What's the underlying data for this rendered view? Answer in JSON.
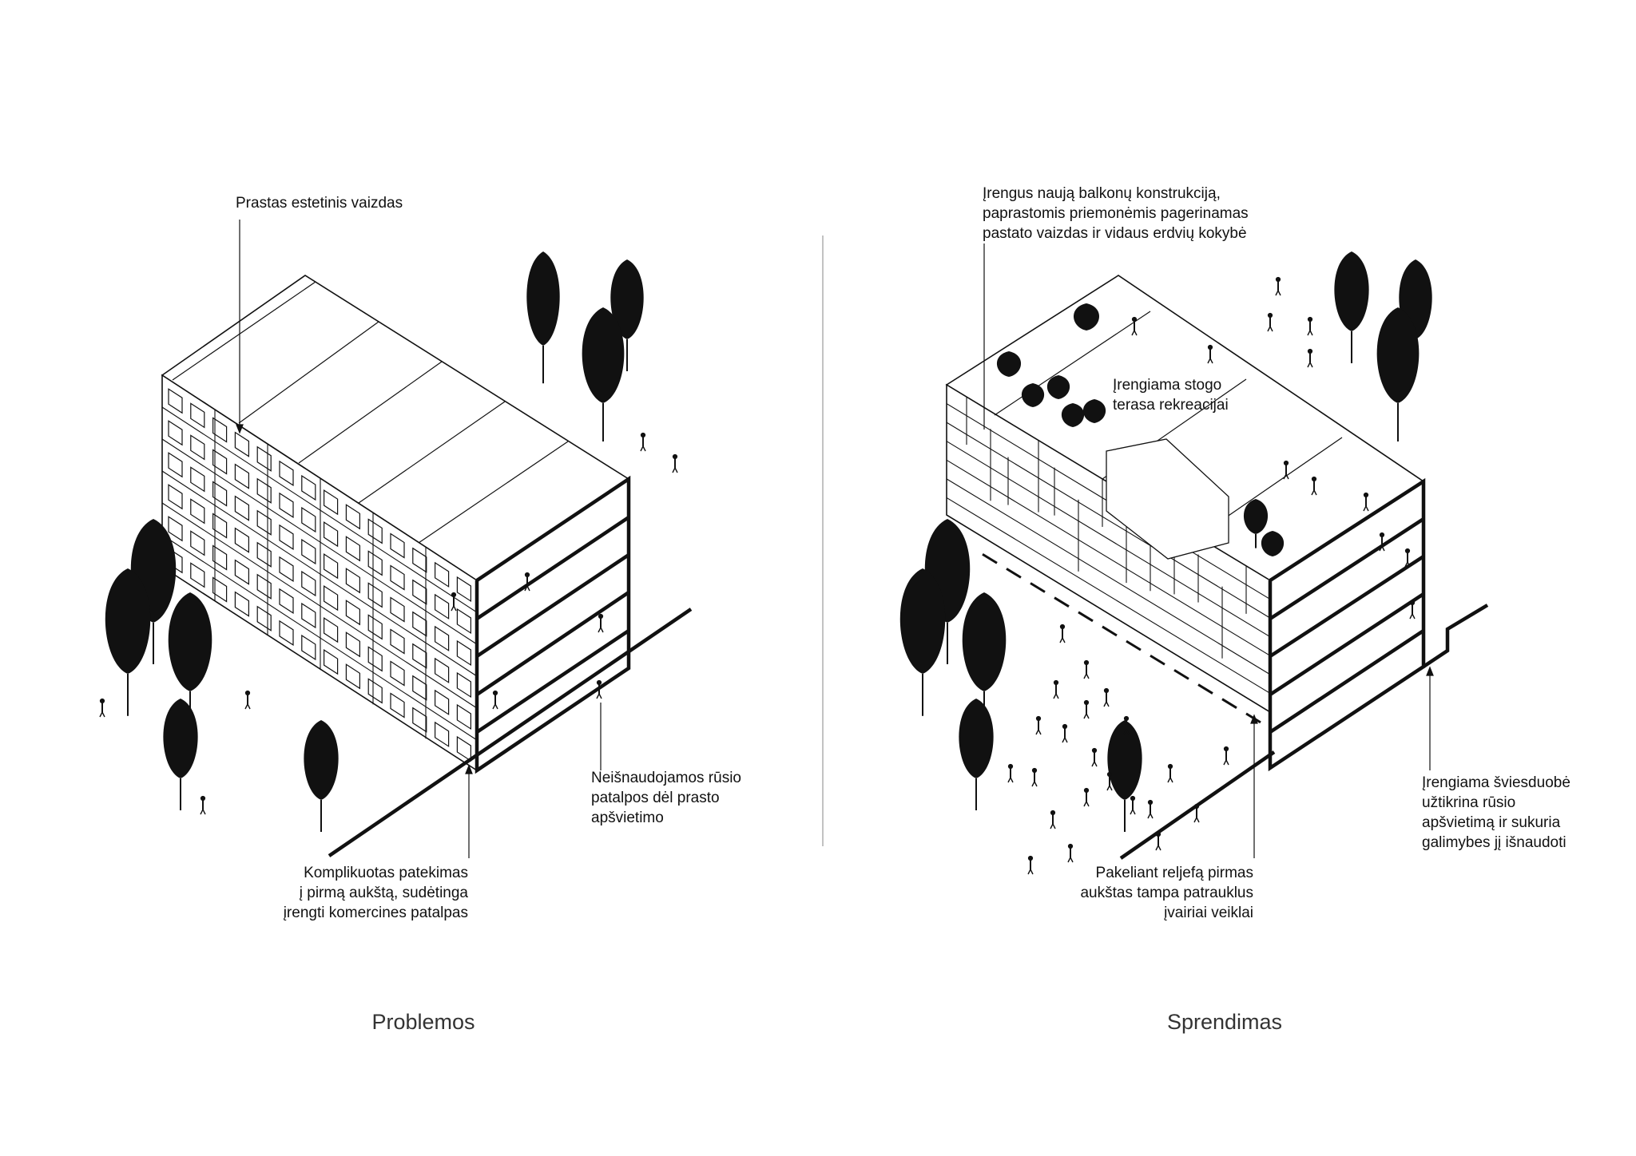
{
  "left_panel": {
    "caption": "Problemos",
    "annotations": {
      "top": [
        "Prastas estetinis vaizdas"
      ],
      "basement": [
        "Neišnaudojamos rūsio",
        "patalpos dėl prasto",
        "apšvietimo"
      ],
      "entrance": [
        "Komplikuotas patekimas",
        "į pirmą aukštą, sudėtinga",
        "įrengti komercines patalpas"
      ]
    }
  },
  "right_panel": {
    "caption": "Sprendimas",
    "annotations": {
      "balcony": [
        "Įrengus naują balkonų konstrukciją,",
        "paprastomis priemonėmis pagerinamas",
        "pastato vaizdas ir vidaus erdvių kokybė"
      ],
      "roof": [
        "Įrengiama stogo",
        "terasa rekreacijai"
      ],
      "relief": [
        "Pakeliant reljefą pirmas",
        "aukštas tampa patrauklus",
        "įvairiai veiklai"
      ],
      "skylight": [
        "Įrengiama šviesduobė",
        "užtikrina  rūsio",
        "apšvietimą ir sukuria",
        "galimybes jį išnaudoti"
      ]
    }
  },
  "colors": {
    "ink": "#111111",
    "background": "#ffffff",
    "caption": "#333333"
  }
}
